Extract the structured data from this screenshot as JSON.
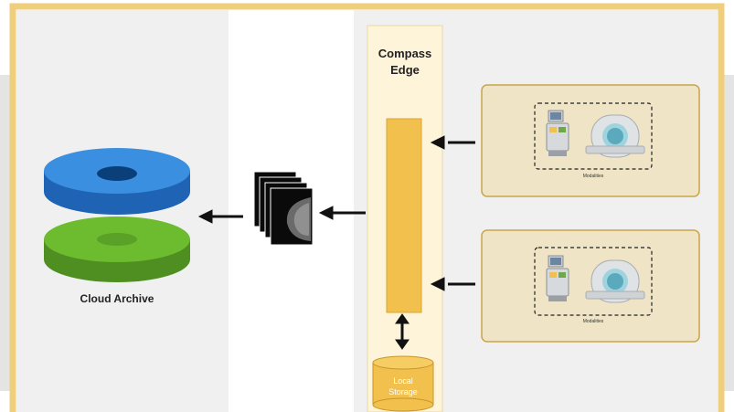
{
  "colors": {
    "frame_border": "#f0cf7c",
    "panel_grey": "#f0f0f0",
    "edge_bg": "#fdf4d9",
    "edge_bar": "#f2c04c",
    "modality_bg": "#efe5c6",
    "disk_blue": "#3a8fe0",
    "disk_green": "#6dbb2f",
    "arrow": "#111111"
  },
  "labels": {
    "compass_edge": "Compass\nEdge",
    "cloud_archive": "Cloud Archive",
    "local_storage": "Local\nStorage",
    "modality_top": "Modalities",
    "modality_bottom": "Modalities"
  },
  "icons": {
    "cloud": "cloud-archive-disks-icon",
    "images": "medical-image-stack-icon",
    "ultrasound": "ultrasound-machine-icon",
    "scanner": "ct-scanner-icon",
    "storage": "database-cylinder-icon"
  }
}
